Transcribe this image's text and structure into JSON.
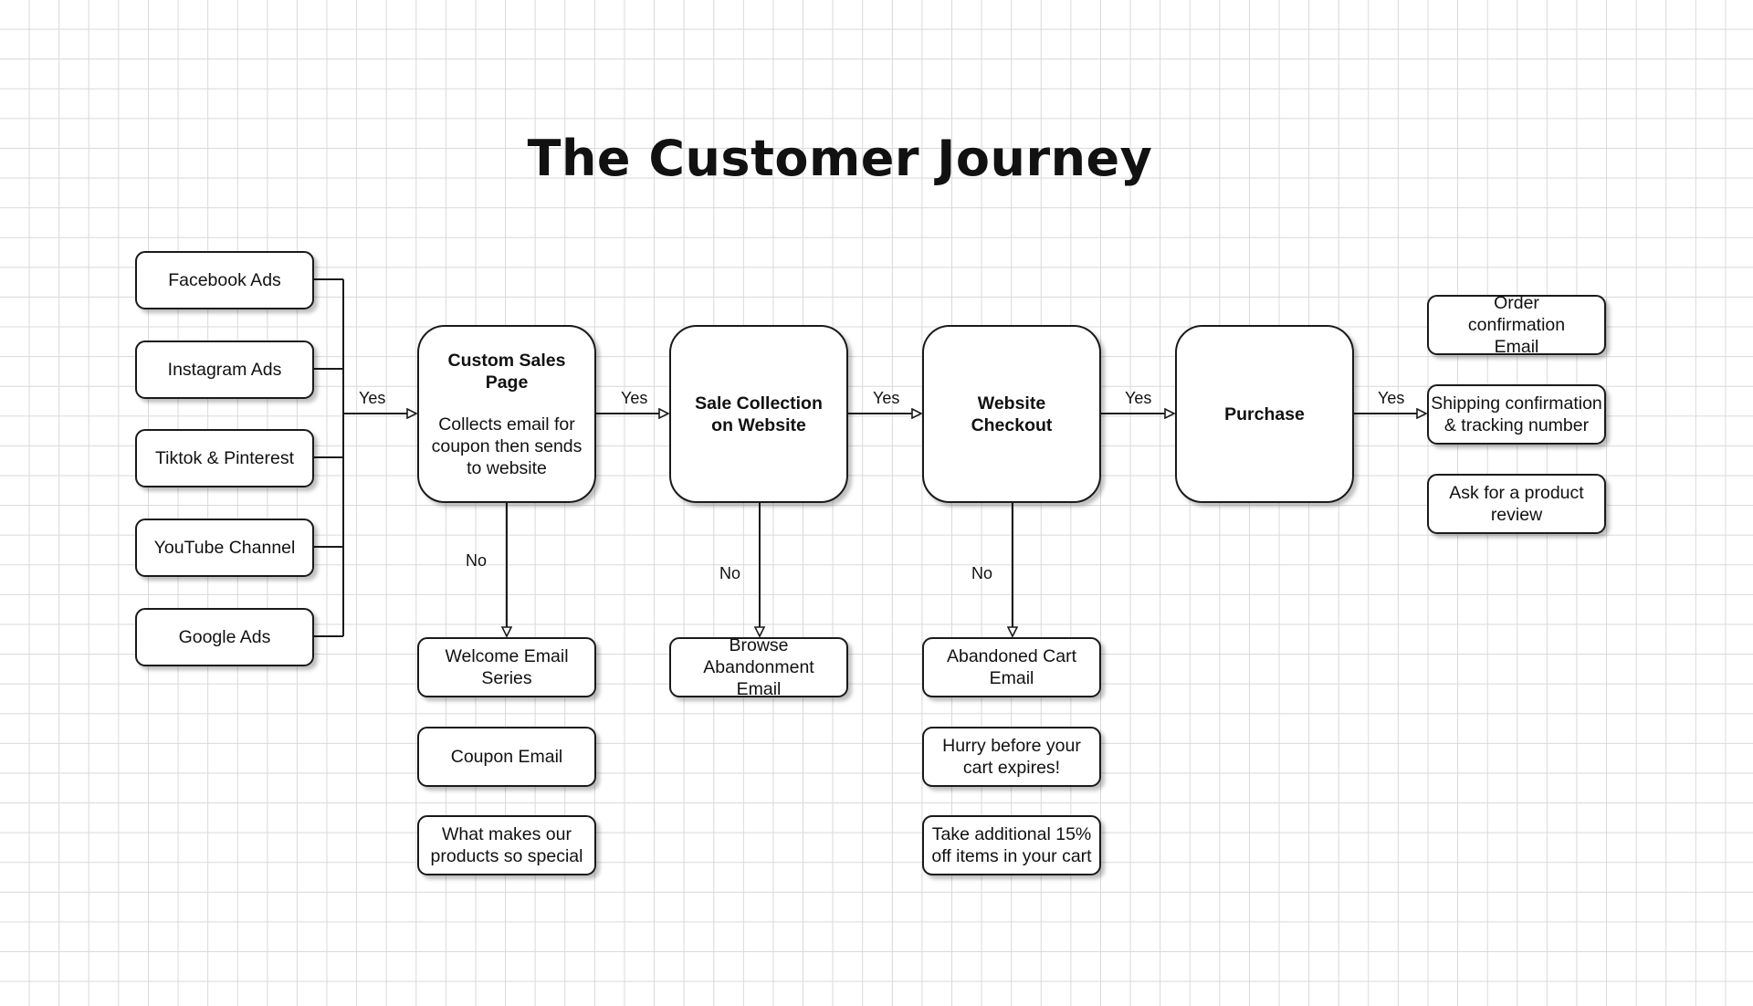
{
  "title": "The Customer Journey",
  "sources": [
    "Facebook Ads",
    "Instagram Ads",
    "Tiktok & Pinterest",
    "YouTube Channel",
    "Google Ads"
  ],
  "main_steps": {
    "custom_sales_page": {
      "title": "Custom Sales Page",
      "desc": "Collects email for coupon then sends to website"
    },
    "sale_collection": {
      "title": "Sale Collection on Website"
    },
    "website_checkout": {
      "title": "Website Checkout"
    },
    "purchase": {
      "title": "Purchase"
    }
  },
  "edge_labels": {
    "yes": "Yes",
    "no": "No"
  },
  "no_paths": {
    "custom_sales_page": [
      "Welcome Email Series",
      "Coupon Email",
      "What makes our products so special"
    ],
    "sale_collection": [
      "Browse Abandonment Email"
    ],
    "website_checkout": [
      "Abandoned Cart Email",
      "Hurry before your cart expires!",
      "Take additional 15% off items in your cart"
    ]
  },
  "purchase_outcomes": [
    "Order confirmation Email",
    "Shipping confirmation & tracking number",
    "Ask for a product review"
  ]
}
